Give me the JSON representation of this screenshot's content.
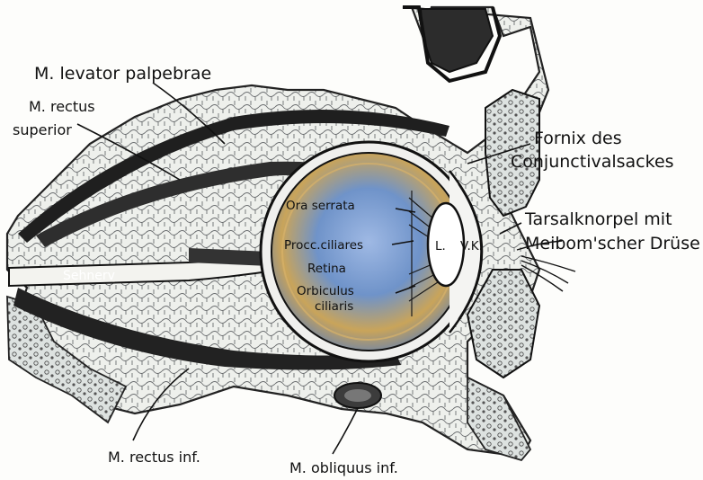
{
  "labels": {
    "levator": "M. levator palpebrae",
    "rectus_sup_1": "M. rectus",
    "rectus_sup_2": "superior",
    "fornix_1": "Fornix des",
    "fornix_2": "Conjunctivalsackes",
    "tarsal_1": "Tarsalknorpel mit",
    "tarsal_2": "Meibom'scher Drüse",
    "sehnerv": "Sehnerv",
    "ora_serrata": "Ora serrata",
    "procc_ciliares": "Procc.ciliares",
    "retina": "Retina",
    "orbiculus_1": "Orbiculus",
    "orbiculus_2": "ciliaris",
    "lens": "L.",
    "vk": "V.K.",
    "rectus_inf": "M. rectus inf.",
    "obliquus_inf": "M. obliquus inf."
  },
  "colors": {
    "ink": "#111111",
    "tissue": "#e9ece7",
    "muscle": "#2a2a2a",
    "bone": "#3a3a3a",
    "globe_blue": "#6f93c9",
    "globe_gold": "#c9a45a"
  }
}
